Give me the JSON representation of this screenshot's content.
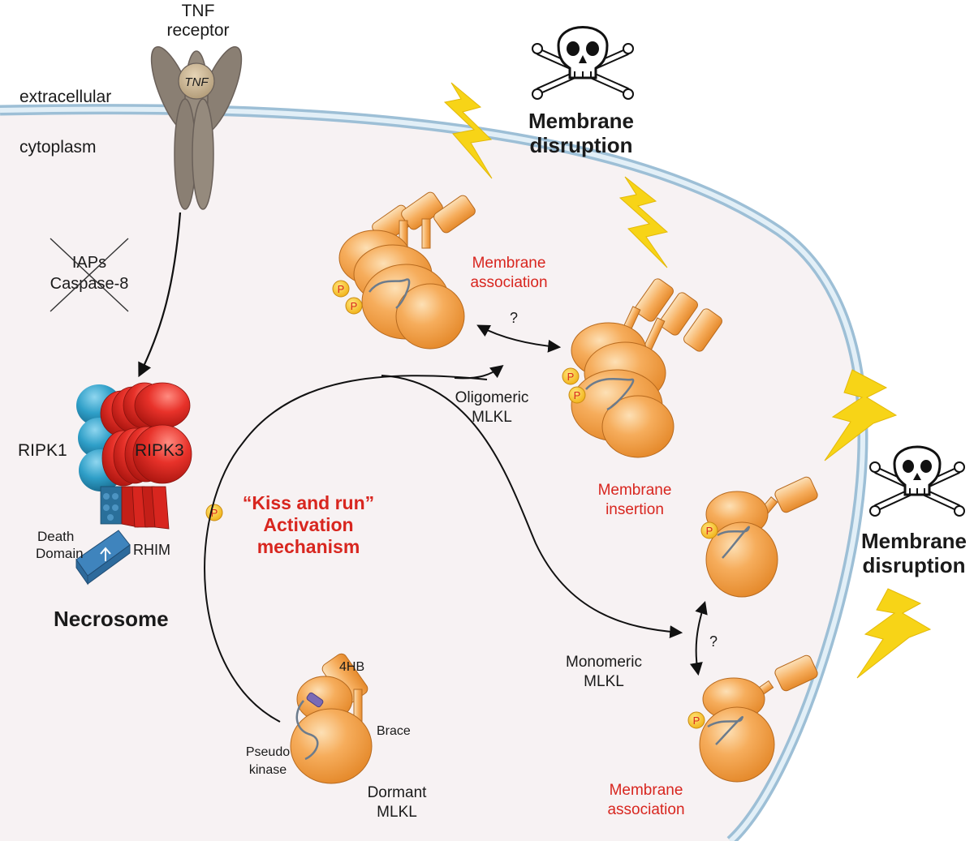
{
  "labels": {
    "tnf_receptor_line1": "TNF",
    "tnf_receptor_line2": "receptor",
    "tnf_ligand": "TNF",
    "extracellular": "extracellular",
    "cytoplasm": "cytoplasm",
    "iaps": "IAPs",
    "caspase8": "Caspase-8",
    "ripk1": "RIPK1",
    "ripk3": "RIPK3",
    "death_domain_line1": "Death",
    "death_domain_line2": "Domain",
    "rhim": "RHIM",
    "necrosome": "Necrosome",
    "phospho": "P",
    "kiss_run_line1": "“Kiss and run”",
    "kiss_run_line2": "Activation",
    "kiss_run_line3": "mechanism",
    "membrane_disruption_1_line1": "Membrane",
    "membrane_disruption_1_line2": "disruption",
    "membrane_disruption_2_line1": "Membrane",
    "membrane_disruption_2_line2": "disruption",
    "membrane_association_top_line1": "Membrane",
    "membrane_association_top_line2": "association",
    "question_top": "?",
    "oligomeric_line1": "Oligomeric",
    "oligomeric_line2": "MLKL",
    "membrane_insertion_line1": "Membrane",
    "membrane_insertion_line2": "insertion",
    "question_bottom": "?",
    "monomeric_line1": "Monomeric",
    "monomeric_line2": "MLKL",
    "membrane_association_bottom_line1": "Membrane",
    "membrane_association_bottom_line2": "association",
    "fourhb": "4HB",
    "brace": "Brace",
    "pseudo_line1": "Pseudo",
    "pseudo_line2": "kinase",
    "dormant_line1": "Dormant",
    "dormant_line2": "MLKL"
  },
  "colors": {
    "membrane": "#b7d3e6",
    "cytoplasm": "#f7f2f3",
    "mlkl": "#f4a04a",
    "mlkl_light": "#fcd29b",
    "ripk1": "#2f9fc8",
    "ripk3": "#e0261f",
    "receptor": "#8a7f73",
    "bolt": "#f7d417",
    "accent_red": "#d8261f"
  }
}
